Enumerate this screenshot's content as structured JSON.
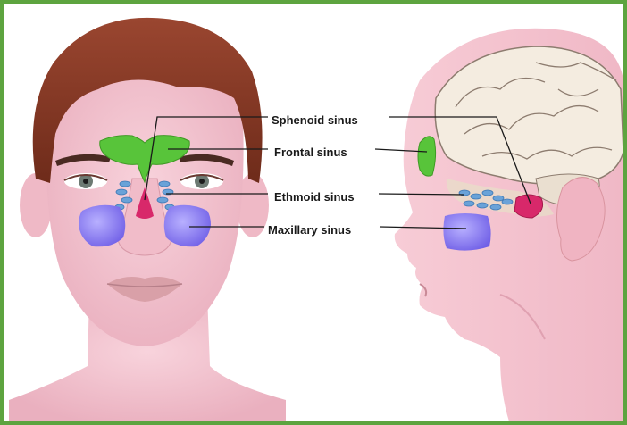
{
  "labels": {
    "sphenoid": "Sphenoid sinus",
    "frontal": "Frontal sinus",
    "ethmoid": "Ethmoid sinus",
    "maxillary": "Maxillary sinus"
  },
  "colors": {
    "frame": "#5da43f",
    "skin": "#f3c2cd",
    "hair": "#8a3a24",
    "frontal_sinus": "#58c43a",
    "ethmoid_sinus": "#6aa2d8",
    "maxillary_sinus": "#8b7ef0",
    "sphenoid_sinus": "#d8286a",
    "brain": "#f4ece0"
  }
}
